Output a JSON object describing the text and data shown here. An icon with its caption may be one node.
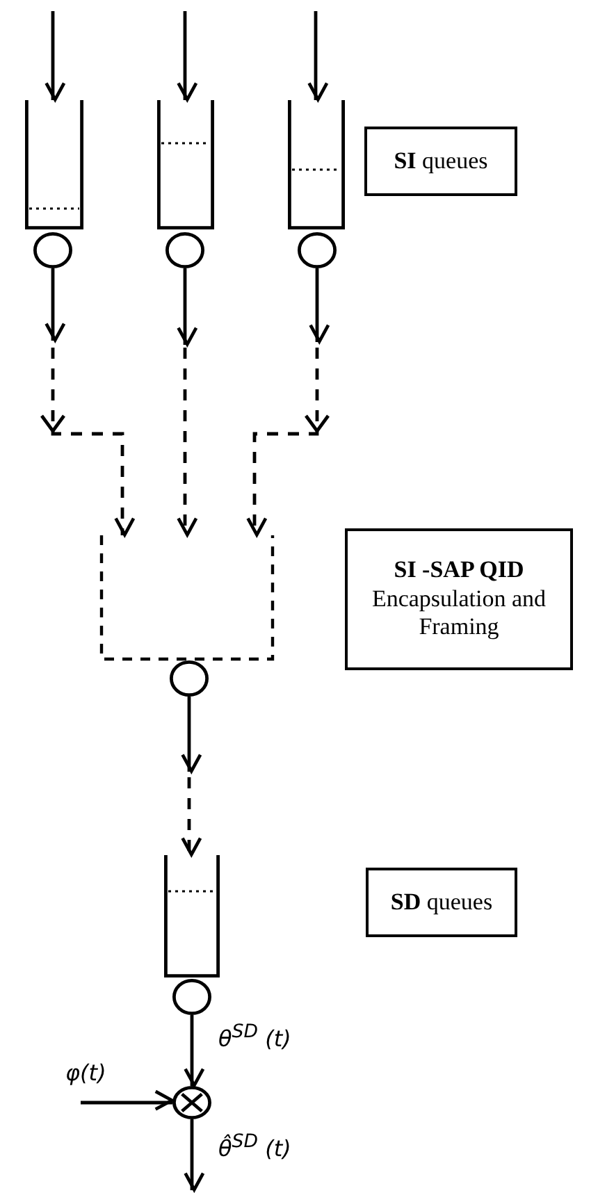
{
  "diagram": {
    "nodes": [
      {
        "text": [],
        "shape": "box"
      },
      {
        "text": [],
        "shape": "box"
      },
      {
        "text": [],
        "shape": "box"
      },
      {
        "text": [],
        "shape": "circle"
      },
      {
        "text": [],
        "shape": "circle"
      },
      {
        "text": [],
        "shape": "circle"
      },
      {
        "text": [],
        "shape": "box"
      },
      {
        "text": [],
        "shape": "circle"
      },
      {
        "text": [],
        "shape": "box"
      },
      {
        "text": [],
        "shape": "circle"
      },
      {
        "text": [],
        "shape": "circle"
      },
      {
        "text": [
          "**SI** queues"
        ]
      },
      {
        "text": [
          "SI -SAP QID",
          "Encapsulation and Framing"
        ]
      },
      {
        "text": [
          "**SD** queues"
        ]
      }
    ],
    "edges": [
      {
        "from": null,
        "to": 0,
        "arrow": "to"
      },
      {
        "from": null,
        "to": 1,
        "arrow": "to"
      },
      {
        "from": null,
        "to": 2,
        "arrow": "to"
      },
      {
        "from": 3,
        "to": null,
        "arrow": "to"
      },
      {
        "from": 4,
        "to": null,
        "arrow": "to"
      },
      {
        "from": 5,
        "to": null,
        "arrow": "to"
      },
      {
        "from": null,
        "to": 6,
        "arrow": "to",
        "style": "dashed"
      },
      {
        "from": null,
        "to": 6,
        "arrow": "to",
        "style": "dashed"
      },
      {
        "from": null,
        "to": 6,
        "arrow": "to",
        "style": "dashed"
      },
      {
        "from": 7,
        "to": null,
        "arrow": "to"
      },
      {
        "from": null,
        "to": 8,
        "arrow": "to",
        "style": "dashed"
      },
      {
        "from": 9,
        "to": 10,
        "arrow": "to",
        "label": "θ$^{SD}$ (t)"
      },
      {
        "from": null,
        "to": 10,
        "arrow": "to",
        "label": "φ(t)"
      },
      {
        "from": 10,
        "to": null,
        "arrow": "to",
        "label": "θ̂$^{SD}$ (t)"
      }
    ]
  }
}
